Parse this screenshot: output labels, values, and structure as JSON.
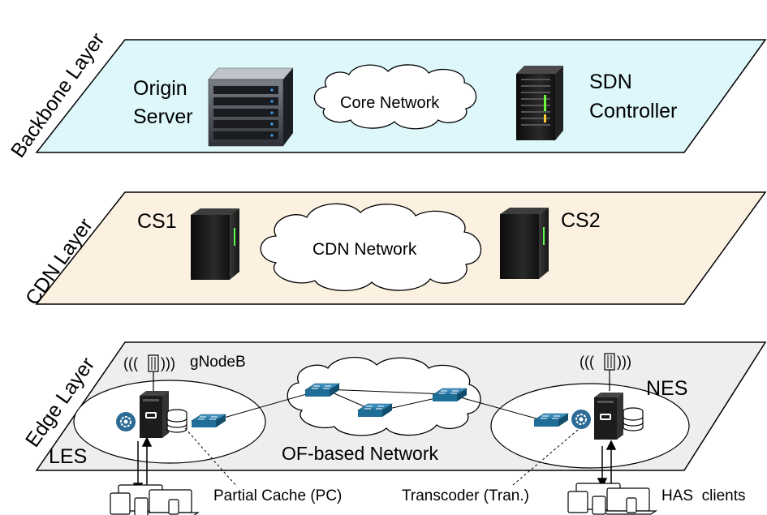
{
  "layers": {
    "backbone": {
      "label": "Backbone Layer",
      "color": "#ddf7fb"
    },
    "cdn": {
      "label": "CDN Layer",
      "color": "#fcf0e1"
    },
    "edge": {
      "label": "Edge Layer",
      "color": "#eeeeee"
    }
  },
  "backbone": {
    "origin_server_line1": "Origin",
    "origin_server_line2": "Server",
    "core_network": "Core Network",
    "sdn_controller_line1": "SDN",
    "sdn_controller_line2": "Controller"
  },
  "cdn": {
    "cs1": "CS1",
    "cs2": "CS2",
    "cdn_network": "CDN Network"
  },
  "edge": {
    "gnodeb": "gNodeB",
    "nes": "NES",
    "les": "LES",
    "of_network": "OF-based Network",
    "partial_cache": "Partial Cache (PC)",
    "transcoder": "Transcoder (Tran.)",
    "has_clients": "HAS  clients"
  },
  "colors": {
    "switch": "#1e6e98",
    "gear": "#2c6b95",
    "server_dark": "#1c1c1c"
  }
}
